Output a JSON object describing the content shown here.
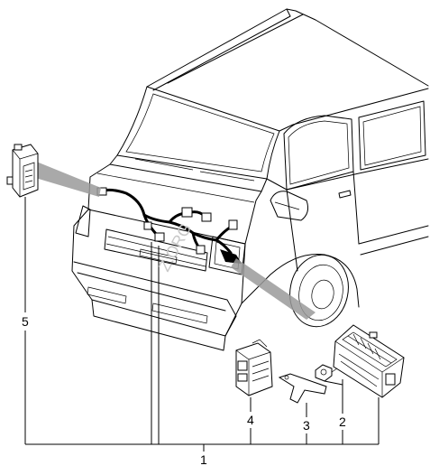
{
  "diagram": {
    "watermark": "Z.ORG",
    "callouts": [
      {
        "id": "callout-1",
        "label": "1"
      },
      {
        "id": "callout-2",
        "label": "2"
      },
      {
        "id": "callout-3",
        "label": "3"
      },
      {
        "id": "callout-4",
        "label": "4"
      },
      {
        "id": "callout-5",
        "label": "5"
      }
    ]
  }
}
